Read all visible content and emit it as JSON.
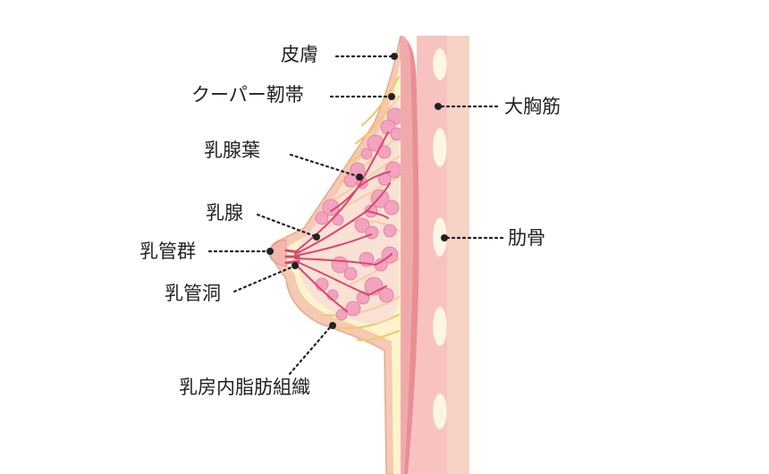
{
  "labels": {
    "skin": "皮膚",
    "cooper_ligament": "クーパー靭帯",
    "lobule": "乳腺葉",
    "mammary_gland": "乳腺",
    "duct_group": "乳管群",
    "lactiferous_sinus": "乳管洞",
    "fatty_tissue": "乳房内脂肪組織",
    "pectoralis_major": "大胸筋",
    "rib": "肋骨"
  },
  "colors": {
    "skin_outer": "#f5c9b4",
    "skin_inner": "#fbe0d0",
    "fat": "#fdf4cc",
    "ligament": "#f4c86a",
    "muscle": "#e98e95",
    "muscle_light": "#f3b6b6",
    "rib_bone": "#fdf6e4",
    "gland": "#f2a3be",
    "duct": "#d9476e",
    "leader": "#222222"
  }
}
